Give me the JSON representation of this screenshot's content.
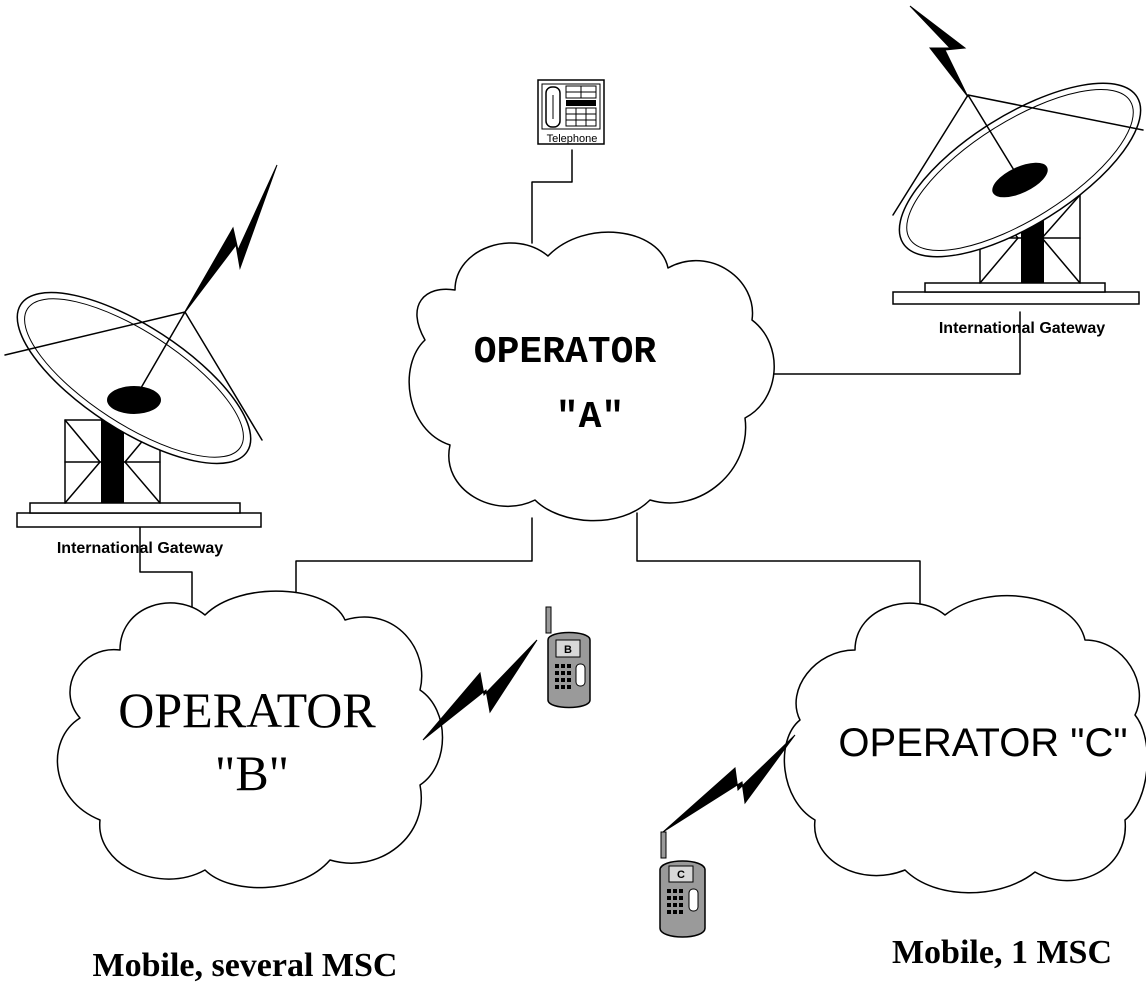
{
  "telephone": {
    "label": "Telephone"
  },
  "operator_a": {
    "line1": "OPERATOR",
    "line2": "\"A\""
  },
  "operator_b": {
    "line1": "OPERATOR",
    "line2": "\"B\""
  },
  "operator_c": {
    "label": "OPERATOR \"C\""
  },
  "gateway_left": {
    "label": "International Gateway"
  },
  "gateway_right": {
    "label": "International Gateway"
  },
  "mobile_b": {
    "letter": "B"
  },
  "mobile_c": {
    "letter": "C"
  },
  "captions": {
    "left": "Mobile, several MSC",
    "right": "Mobile, 1 MSC"
  },
  "icons": [
    "telephone-icon",
    "satellite-dish-icon",
    "mobile-phone-icon",
    "radio-link-bolt-icon",
    "cloud-network-icon"
  ],
  "colors": {
    "line": "#000000",
    "background": "#ffffff",
    "handset": "#9a9a9a"
  }
}
